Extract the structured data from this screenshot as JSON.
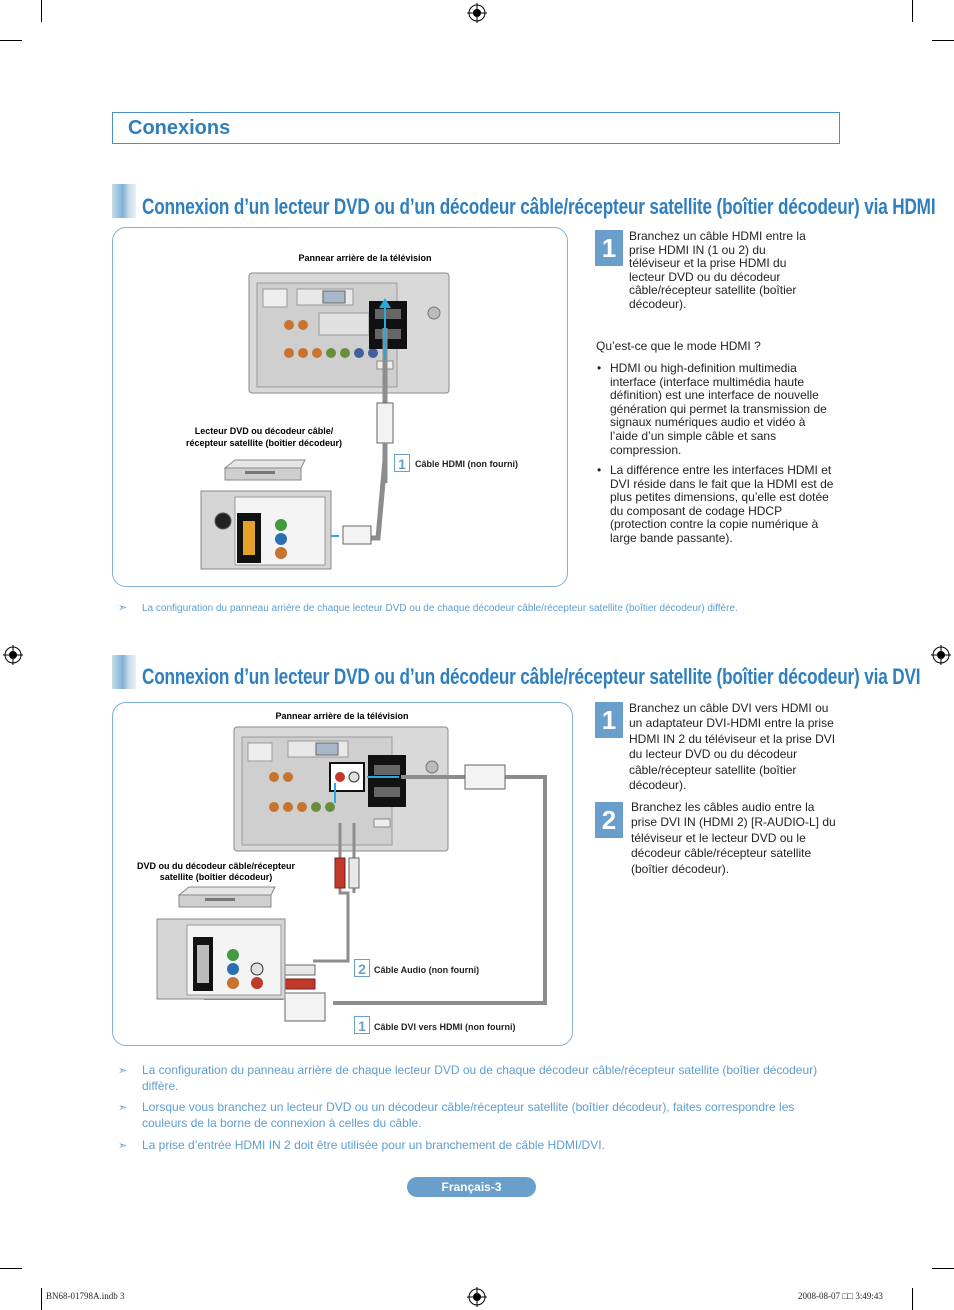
{
  "header": {
    "title": "Conexions"
  },
  "section1": {
    "title": "Connexion d’un lecteur DVD ou d’un décodeur câble/récepteur satellite (boîtier décodeur) via HDMI",
    "diagram": {
      "tv_label": "Pannear arrière de la télévision",
      "device_label_line1": "Lecteur DVD ou décodeur câble/",
      "device_label_line2": "récepteur satellite (boîtier décodeur)",
      "cable_num": "1",
      "cable_label": "Câble HDMI (non fourni)"
    },
    "step1": {
      "num": "1",
      "text": "Branchez un câble HDMI entre la prise HDMI IN (1 ou 2) du téléviseur et la prise HDMI du lecteur DVD ou du décodeur câble/récepteur satellite (boîtier décodeur)."
    },
    "question": "Qu’est-ce que le mode HDMI ?",
    "bullet_mark": "•",
    "bullets": [
      "HDMI ou high-definition multimedia interface (interface multimédia haute définition) est une interface de nouvelle génération qui permet la transmission de signaux numériques audio et vidéo à l’aide d’un simple câble et sans compression.",
      "La différence entre les interfaces HDMI et DVI réside dans le fait que la HDMI est de plus petites dimensions, qu’elle est dotée du composant de codage HDCP (protection contre la copie numérique à large bande passante)."
    ],
    "note": "La configuration du panneau arrière de chaque lecteur DVD ou de chaque décodeur câble/récepteur satellite (boîtier décodeur) diffère."
  },
  "section2": {
    "title": "Connexion d’un lecteur DVD ou d’un décodeur câble/récepteur satellite (boîtier décodeur) via DVI",
    "diagram": {
      "tv_label": "Pannear arrière de la télévision",
      "device_label_line1": "DVD ou du décodeur câble/récepteur",
      "device_label_line2": "satellite (boîtier décodeur)",
      "audio_num": "2",
      "audio_label": "Câble Audio (non fourni)",
      "dvi_num": "1",
      "dvi_label": "Câble DVI vers HDMI (non fourni)"
    },
    "step1": {
      "num": "1",
      "text": "Branchez un câble DVI vers HDMI ou un adaptateur DVI-HDMI entre la prise HDMI IN 2 du téléviseur et la prise DVI du lecteur DVD ou du décodeur câble/récepteur satellite (boîtier décodeur)."
    },
    "step2": {
      "num": "2",
      "text": "Branchez les câbles audio entre la prise DVI IN (HDMI 2) [R-AUDIO-L] du téléviseur et le lecteur DVD ou le décodeur câble/récepteur satellite (boîtier décodeur)."
    },
    "notes": [
      "La configuration du panneau arrière de chaque lecteur DVD ou de chaque décodeur câble/récepteur satellite (boîtier décodeur) diffère.",
      "Lorsque vous branchez un lecteur DVD ou un décodeur câble/récepteur satellite (boîtier décodeur), faites correspondre les couleurs de la borne de connexion à celles du câble.",
      "La prise d’entrée HDMI IN 2 doit être utilisée pour un branchement de câble HDMI/DVI."
    ]
  },
  "note_arrow": "➣",
  "footer": {
    "page": "Français-3",
    "file": "BN68-01798A.indb   3",
    "date": "2008-08-07   □□ 3:49:43"
  }
}
